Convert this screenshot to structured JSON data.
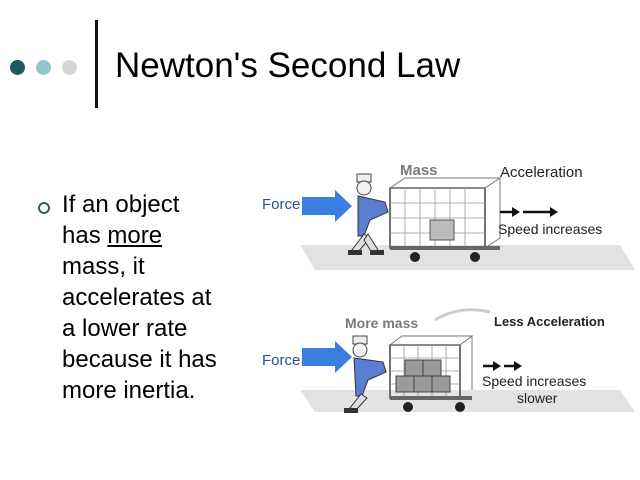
{
  "slide": {
    "title": "Newton's Second Law",
    "bullet": {
      "lines": [
        "If an object",
        "has ",
        "more",
        " ",
        "mass, it",
        "accelerates at",
        "a lower rate",
        "because it has",
        "more inertia."
      ]
    }
  },
  "diagram_top": {
    "force_label": "Force",
    "mass_label": "Mass",
    "accel_label": "Acceleration",
    "speed_label": "Speed increases"
  },
  "diagram_bottom": {
    "force_label": "Force",
    "mass_label": "More mass",
    "accel_label": "Less Acceleration",
    "speed_label_1": "Speed increases",
    "speed_label_2": "slower"
  },
  "colors": {
    "dot1": "#1f5b5e",
    "dot2": "#8fc7cc",
    "dot3": "#d6d6d6",
    "arrow_blue": "#3a7fe0",
    "shadow": "#d9d9d9"
  }
}
